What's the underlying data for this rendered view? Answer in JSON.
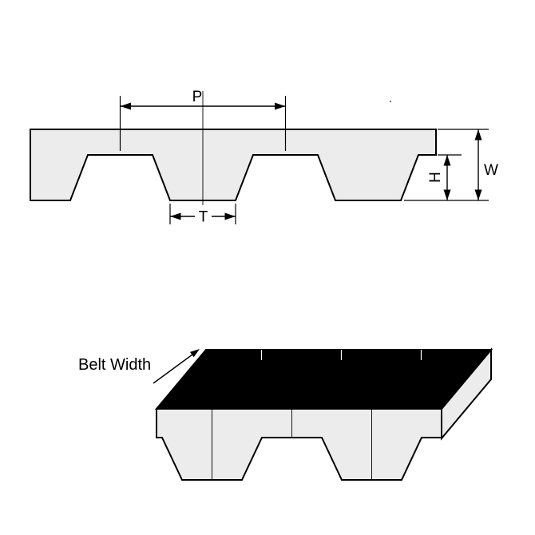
{
  "diagram": {
    "labels": {
      "pitch": "P",
      "tooth_width": "T",
      "tooth_height": "H",
      "belt_thickness": "W",
      "belt_width": "Belt Width"
    },
    "colors": {
      "background": "#ffffff",
      "line": "#000000",
      "belt_fill": "#ececec",
      "top_surface": "#000000"
    }
  }
}
